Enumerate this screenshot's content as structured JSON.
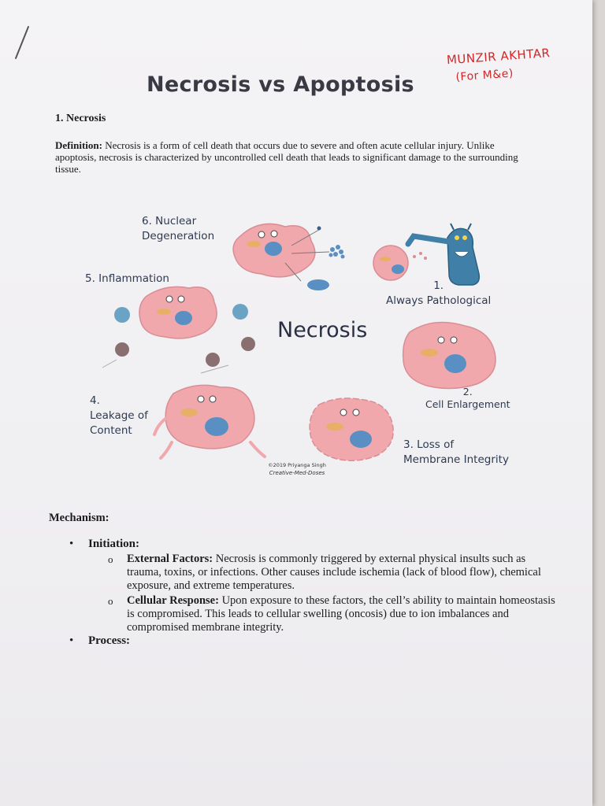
{
  "handwritten_note": {
    "line1": "MUNZIR AKHTAR",
    "line2": "(For M&e)"
  },
  "document": {
    "title": "Necrosis vs Apoptosis",
    "section_heading": "1. Necrosis",
    "definition_label": "Definition:",
    "definition_text": " Necrosis is a form of cell death that occurs due to severe and often acute cellular injury. Unlike apoptosis, necrosis is characterized by uncontrolled cell death that leads to significant damage to the surrounding tissue."
  },
  "figure": {
    "center_label": "Necrosis",
    "labels": [
      {
        "id": "nuclear-degeneration",
        "text": "6.  Nuclear\n   Degeneration"
      },
      {
        "id": "inflammation",
        "text": "5. Inflammation"
      },
      {
        "id": "always-pathological",
        "text": "1.\nAlways Pathological"
      },
      {
        "id": "cell-enlargement",
        "text": "2.\nCell Enlargement"
      },
      {
        "id": "leakage-of-content",
        "text": "4.\nLeakage of\nContent"
      },
      {
        "id": "loss-of-membrane-integrity",
        "text": "3. Loss of\nMembrane Integrity"
      }
    ],
    "credit_line1": "©2019 Priyanga Singh",
    "credit_line2": "Creative-Med-Doses",
    "colors": {
      "cell": "#f0a8ad",
      "nucleus": "#5a8fc4",
      "monster": "#3f7fa8",
      "text": "#2d3a52"
    }
  },
  "mechanism": {
    "heading": "Mechanism:",
    "initiation_label": "Initiation:",
    "external_factors_label": "External Factors:",
    "external_factors_text": " Necrosis is commonly triggered by external physical insults such as trauma, toxins, or infections. Other causes include ischemia (lack of blood flow), chemical exposure, and extreme temperatures.",
    "cellular_response_label": "Cellular Response:",
    "cellular_response_text": " Upon exposure to these factors, the cell’s ability to maintain homeostasis is compromised. This leads to cellular swelling (oncosis) due to ion imbalances and compromised membrane integrity.",
    "process_label": "Process:"
  }
}
